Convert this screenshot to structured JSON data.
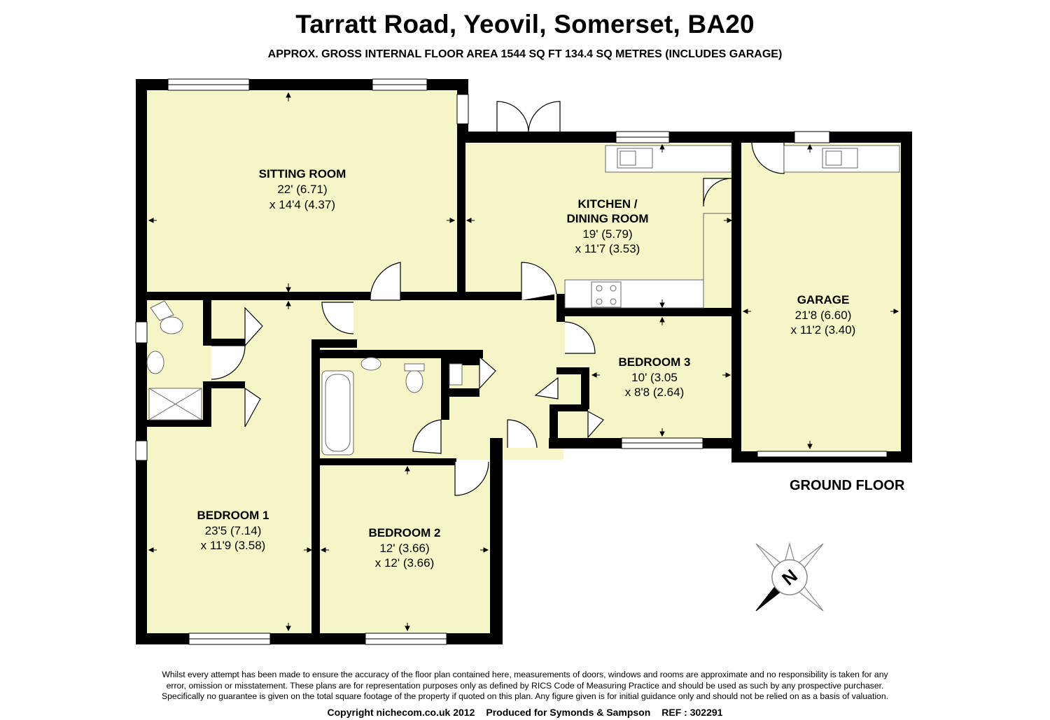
{
  "title": "Tarratt Road, Yeovil, Somerset, BA20",
  "subtitle": "APPROX. GROSS INTERNAL FLOOR AREA 1544 SQ FT 134.4 SQ METRES (INCLUDES GARAGE)",
  "floor_label": "GROUND FLOOR",
  "colors": {
    "room_fill": "#f5f5c8",
    "wall": "#000000",
    "fixture": "#888888"
  },
  "rooms": {
    "sitting_room": {
      "name": "SITTING ROOM",
      "dim1": "22' (6.71)",
      "dim2": "x 14'4 (4.37)"
    },
    "kitchen": {
      "name1": "KITCHEN /",
      "name2": "DINING ROOM",
      "dim1": "19' (5.79)",
      "dim2": "x 11'7 (3.53)"
    },
    "garage": {
      "name": "GARAGE",
      "dim1": "21'8 (6.60)",
      "dim2": "x 11'2 (3.40)"
    },
    "bedroom3": {
      "name": "BEDROOM 3",
      "dim1": "10' (3.05",
      "dim2": "x 8'8 (2.64)"
    },
    "bedroom1": {
      "name": "BEDROOM 1",
      "dim1": "23'5 (7.14)",
      "dim2": "x 11'9 (3.58)"
    },
    "bedroom2": {
      "name": "BEDROOM 2",
      "dim1": "12' (3.66)",
      "dim2": "x 12' (3.66)"
    }
  },
  "compass": {
    "letter": "N",
    "icon": "compass-rose-icon"
  },
  "disclaimer": [
    "Whilst every attempt has been made to ensure the accuracy of the floor plan contained here, measurements of doors, windows and rooms are approximate and no responsibility is taken for any",
    "error, omission or misstatement. These plans are for representation purposes only as defined by RICS Code of Measuring Practice and should be used as such by any prospective purchaser.",
    "Specifically no guarantee is given on the total square footage of the property if quoted on this plan. Any figure given is for initial guidance only and should not be relied on as a basis of valuation."
  ],
  "credits": {
    "copyright": "Copyright nichecom.co.uk 2012",
    "produced": "Produced for Symonds & Sampson",
    "ref": "REF : 302291"
  }
}
